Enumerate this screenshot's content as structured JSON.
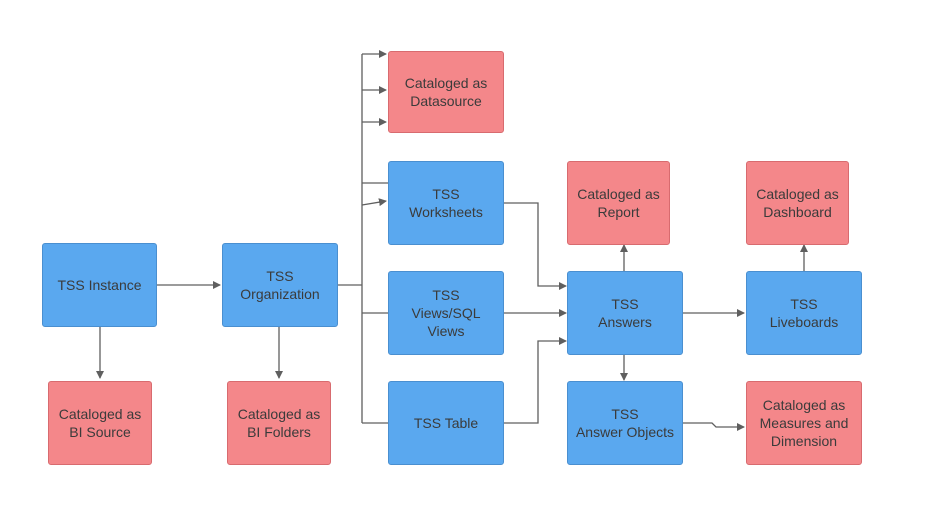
{
  "nodes": {
    "instance": {
      "lines": [
        "TSS Instance"
      ]
    },
    "organization": {
      "lines": [
        "TSS",
        "Organization"
      ]
    },
    "worksheets": {
      "lines": [
        "TSS",
        "Worksheets"
      ]
    },
    "views": {
      "lines": [
        "TSS",
        "Views/SQL",
        "Views"
      ]
    },
    "table": {
      "lines": [
        "TSS Table"
      ]
    },
    "answers": {
      "lines": [
        "TSS",
        "Answers"
      ]
    },
    "answer_objects": {
      "lines": [
        "TSS",
        "Answer Objects"
      ]
    },
    "liveboards": {
      "lines": [
        "TSS",
        "Liveboards"
      ]
    },
    "bi_source": {
      "lines": [
        "Cataloged as",
        "BI Source"
      ]
    },
    "bi_folders": {
      "lines": [
        "Cataloged as",
        "BI Folders"
      ]
    },
    "datasource": {
      "lines": [
        "Cataloged as",
        "Datasource"
      ]
    },
    "report": {
      "lines": [
        "Cataloged as",
        "Report"
      ]
    },
    "dashboard": {
      "lines": [
        "Cataloged as",
        "Dashboard"
      ]
    },
    "measures": {
      "lines": [
        "Cataloged as",
        "Measures and",
        "Dimension"
      ]
    }
  },
  "colors": {
    "entity": "#5aa8ef",
    "cataloged": "#f4878a",
    "connector": "#5f5f5f"
  }
}
